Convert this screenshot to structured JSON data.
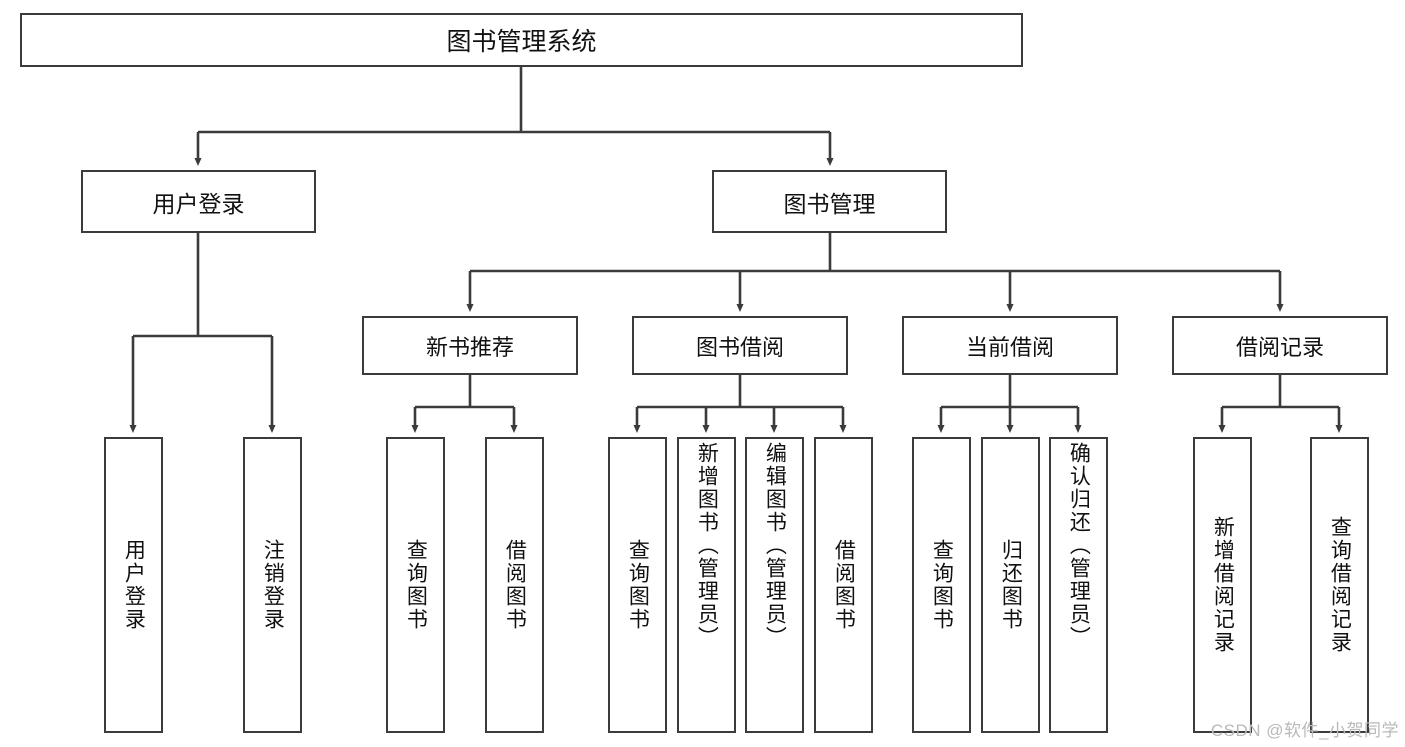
{
  "diagram": {
    "type": "tree-hierarchy",
    "title": "图书管理系统",
    "colors": {
      "border": "#3b3b3b",
      "fill": "#ffffff",
      "text": "#111111",
      "connector": "#3b3b3b",
      "watermark": "#b9b9b9"
    },
    "watermark": "CSDN @软件_小贺同学"
  },
  "nodes": {
    "root": {
      "label": "图书管理系统"
    },
    "level1": [
      {
        "label": "用户登录"
      },
      {
        "label": "图书管理"
      }
    ],
    "level2": [
      {
        "label": "新书推荐"
      },
      {
        "label": "图书借阅"
      },
      {
        "label": "当前借阅"
      },
      {
        "label": "借阅记录"
      }
    ],
    "leaves": {
      "user_login": [
        {
          "label": "用户登录"
        },
        {
          "label": "注销登录"
        }
      ],
      "new_book_recommend": [
        {
          "label": "查询图书"
        },
        {
          "label": "借阅图书"
        }
      ],
      "book_borrow": [
        {
          "label": "查询图书"
        },
        {
          "label": "新增图书（管理员）"
        },
        {
          "label": "编辑图书（管理员）"
        },
        {
          "label": "借阅图书"
        }
      ],
      "current_borrow": [
        {
          "label": "查询图书"
        },
        {
          "label": "归还图书"
        },
        {
          "label": "确认归还（管理员）"
        }
      ],
      "borrow_record": [
        {
          "label": "新增借阅记录"
        },
        {
          "label": "查询借阅记录"
        }
      ]
    }
  },
  "edges": [
    {
      "from": "图书管理系统",
      "to": "用户登录"
    },
    {
      "from": "图书管理系统",
      "to": "图书管理"
    },
    {
      "from": "图书管理",
      "to": "新书推荐"
    },
    {
      "from": "图书管理",
      "to": "图书借阅"
    },
    {
      "from": "图书管理",
      "to": "当前借阅"
    },
    {
      "from": "图书管理",
      "to": "借阅记录"
    },
    {
      "from": "用户登录",
      "to": "用户登录"
    },
    {
      "from": "用户登录",
      "to": "注销登录"
    },
    {
      "from": "新书推荐",
      "to": "查询图书"
    },
    {
      "from": "新书推荐",
      "to": "借阅图书"
    },
    {
      "from": "图书借阅",
      "to": "查询图书"
    },
    {
      "from": "图书借阅",
      "to": "新增图书（管理员）"
    },
    {
      "from": "图书借阅",
      "to": "编辑图书（管理员）"
    },
    {
      "from": "图书借阅",
      "to": "借阅图书"
    },
    {
      "from": "当前借阅",
      "to": "查询图书"
    },
    {
      "from": "当前借阅",
      "to": "归还图书"
    },
    {
      "from": "当前借阅",
      "to": "确认归还（管理员）"
    },
    {
      "from": "借阅记录",
      "to": "新增借阅记录"
    },
    {
      "from": "借阅记录",
      "to": "查询借阅记录"
    }
  ]
}
